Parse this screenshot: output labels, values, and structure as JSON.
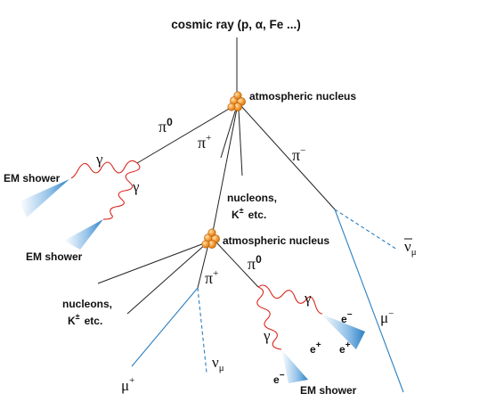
{
  "labels": {
    "cosmic_ray": "cosmic ray (p, α, Fe ...)",
    "nucleus_top": "atmospheric nucleus",
    "nucleus_mid": "atmospheric nucleus",
    "pi0": "π",
    "pi0_sup": "0",
    "pi_plus": "π",
    "pi_plus_sup": "+",
    "pi_minus": "π",
    "pi_minus_sup": "−",
    "gamma": "γ",
    "em_shower": "EM shower",
    "nucleons": "nucleons,",
    "kaons": "K",
    "kaons_sup": "±",
    "etc": "etc.",
    "nu_mu": "ν",
    "mu_sub": "μ",
    "mu": "μ",
    "mu_minus_sup": "−",
    "mu_plus_sup": "+",
    "electron": "e",
    "e_minus_sup": "−",
    "e_plus_sup": "+"
  },
  "colors": {
    "track": "#222222",
    "muon_track": "#2a7fc1",
    "photon": "#d9261c",
    "shower": "#3b8fd6",
    "nucleus": "#f08a1c"
  }
}
